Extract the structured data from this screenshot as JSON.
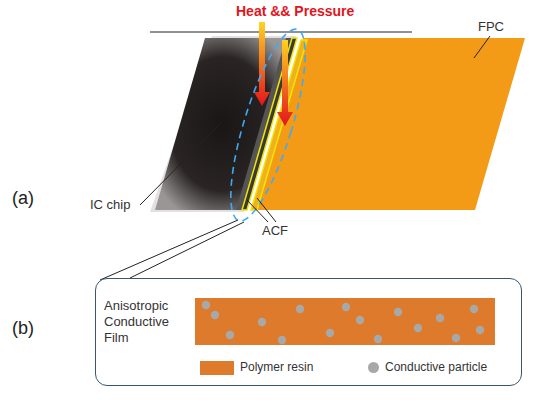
{
  "diagram": {
    "nodes": [
      {
        "text": [
          "Anisotropic Conductive Film"
        ]
      }
    ],
    "labels": [
      "Heat && Pressure",
      "FPC",
      "(a)",
      "IC chip",
      "ACF",
      "(b)"
    ],
    "legend": [
      {
        "text": "Polymer resin",
        "color": "#dd7a2c"
      },
      {
        "text": "Conductive particle",
        "color": "#a8a8a8"
      }
    ]
  }
}
